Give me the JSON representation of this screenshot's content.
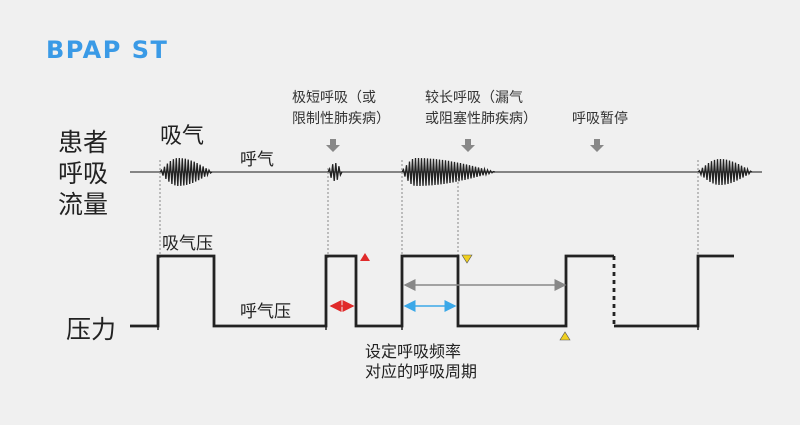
{
  "title": "BPAP ST",
  "axis_labels": {
    "flow_line1": "患者",
    "flow_line2": "呼吸",
    "flow_line3": "流量",
    "pressure": "压力"
  },
  "annotations": {
    "inhale": "吸气",
    "exhale": "呼气",
    "short_breath_l1": "极短呼吸（或",
    "short_breath_l2": "限制性肺疾病）",
    "long_breath_l1": "较长呼吸（漏气",
    "long_breath_l2": "或阻塞性肺疾病）",
    "apnea": "呼吸暂停",
    "ipap": "吸气压",
    "epap": "呼气压",
    "cycle_l1": "设定呼吸频率",
    "cycle_l2": "对应的呼吸周期"
  },
  "colors": {
    "title": "#3a9ae6",
    "line": "#222222",
    "red_marker": "#e02a2a",
    "blue_arrow": "#3aa8e8",
    "yellow_marker": "#f0d020",
    "gray_arrow": "#888888"
  }
}
